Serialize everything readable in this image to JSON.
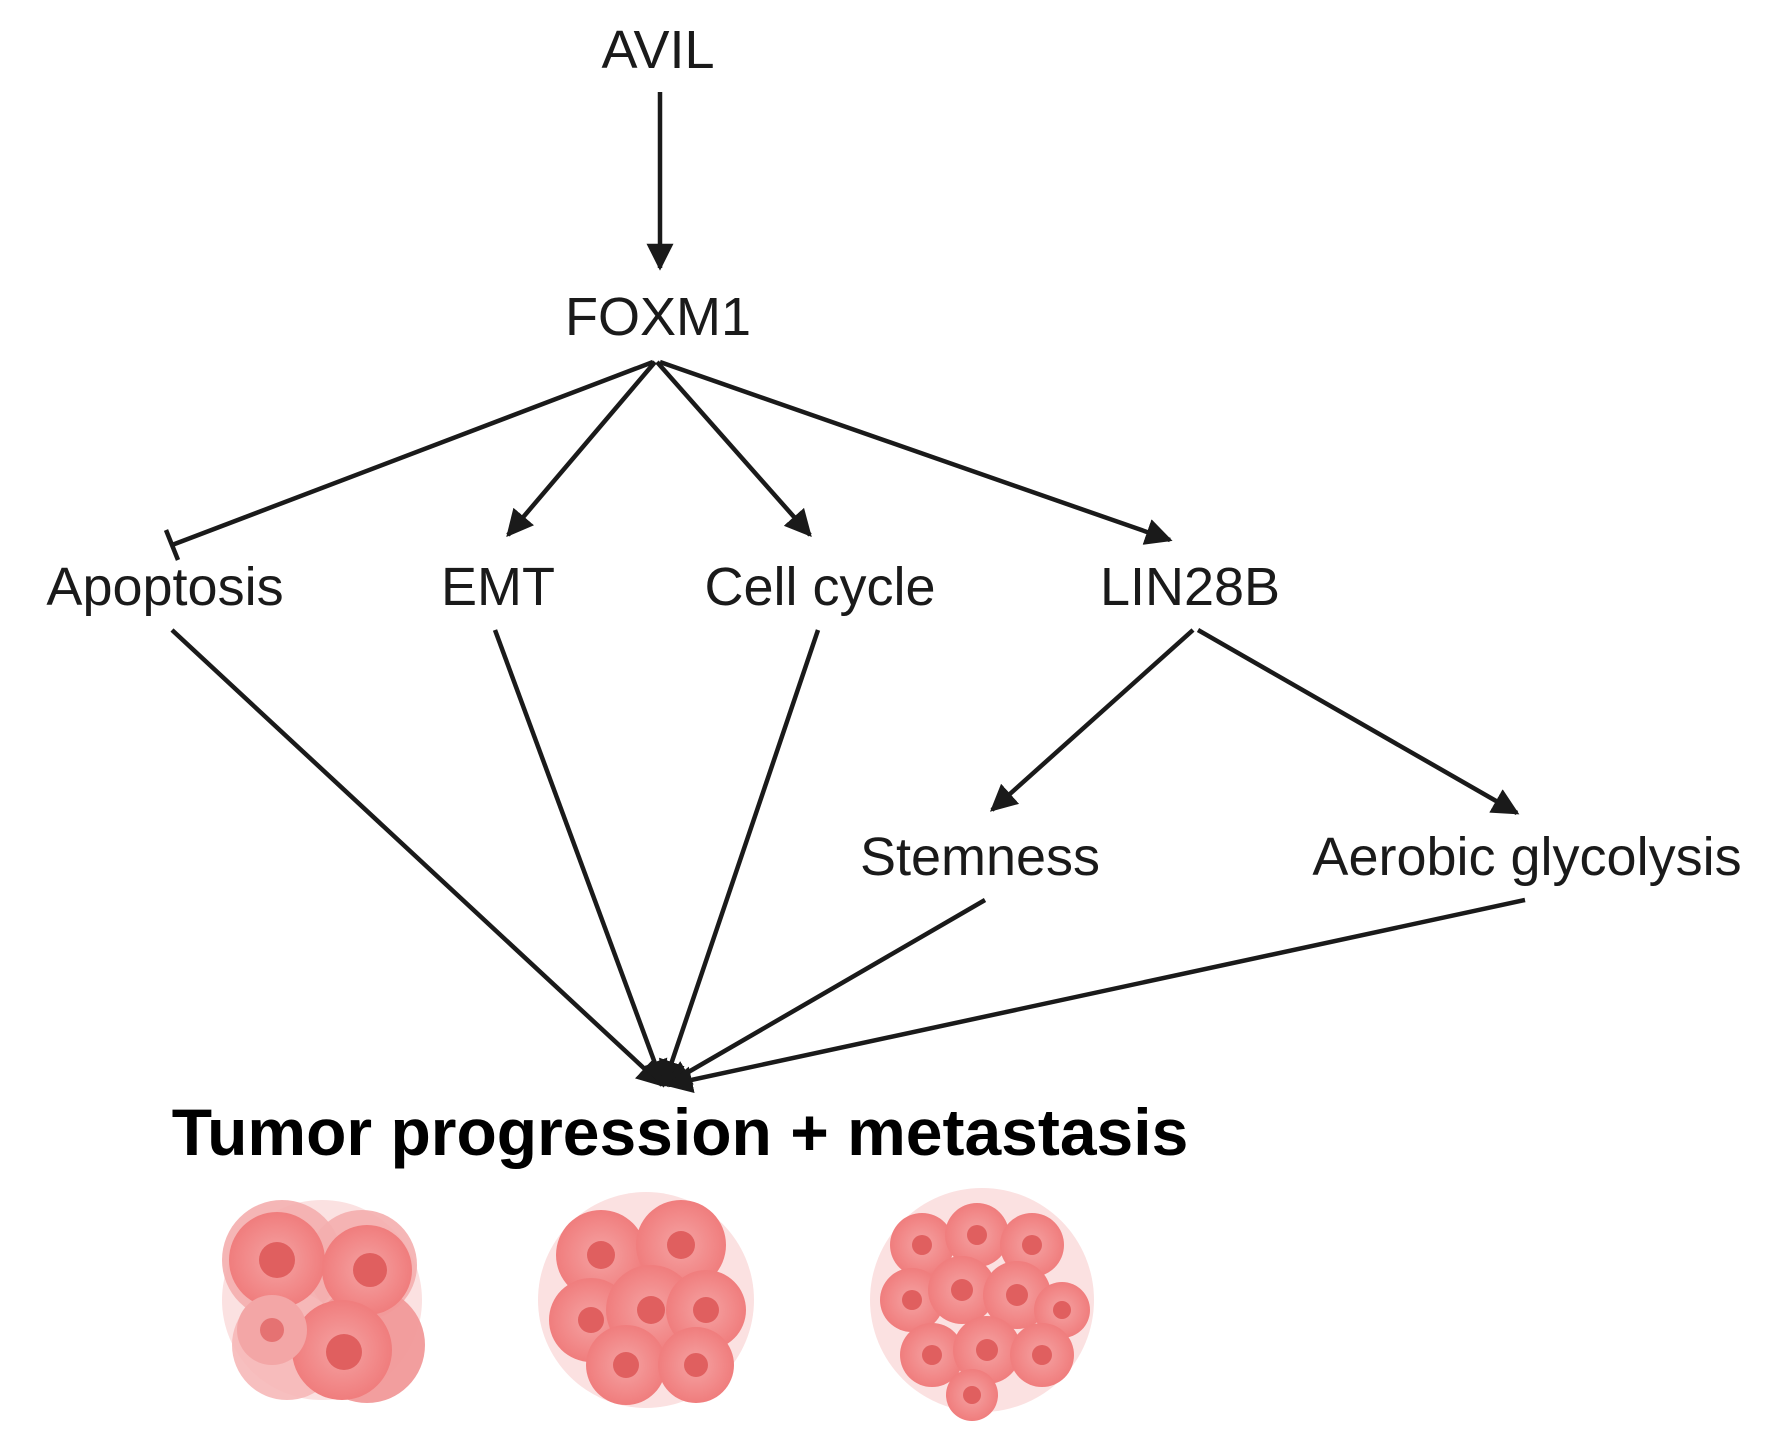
{
  "nodes": {
    "avil": "AVIL",
    "foxm1": "FOXM1",
    "apoptosis": "Apoptosis",
    "emt": "EMT",
    "cell_cycle": "Cell cycle",
    "lin28b": "LIN28B",
    "stemness": "Stemness",
    "aerobic_glycolysis": "Aerobic glycolysis",
    "outcome": "Tumor progression + metastasis"
  },
  "edges": [
    {
      "from": "AVIL",
      "to": "FOXM1",
      "type": "activation"
    },
    {
      "from": "FOXM1",
      "to": "Apoptosis",
      "type": "inhibition"
    },
    {
      "from": "FOXM1",
      "to": "EMT",
      "type": "activation"
    },
    {
      "from": "FOXM1",
      "to": "Cell cycle",
      "type": "activation"
    },
    {
      "from": "FOXM1",
      "to": "LIN28B",
      "type": "activation"
    },
    {
      "from": "LIN28B",
      "to": "Stemness",
      "type": "activation"
    },
    {
      "from": "LIN28B",
      "to": "Aerobic glycolysis",
      "type": "activation"
    },
    {
      "from": "Apoptosis",
      "to": "Tumor progression + metastasis",
      "type": "activation"
    },
    {
      "from": "EMT",
      "to": "Tumor progression + metastasis",
      "type": "activation"
    },
    {
      "from": "Cell cycle",
      "to": "Tumor progression + metastasis",
      "type": "activation"
    },
    {
      "from": "Stemness",
      "to": "Tumor progression + metastasis",
      "type": "activation"
    },
    {
      "from": "Aerobic glycolysis",
      "to": "Tumor progression + metastasis",
      "type": "activation"
    }
  ],
  "colors": {
    "line": "#1a1a1a",
    "cell_outer": "#f7c4c4",
    "cell_body": "#f29a9a",
    "cell_nucleus": "#e46e6e"
  },
  "icons": [
    "tumor-cluster-icon",
    "tumor-cluster-icon",
    "tumor-cluster-icon"
  ]
}
